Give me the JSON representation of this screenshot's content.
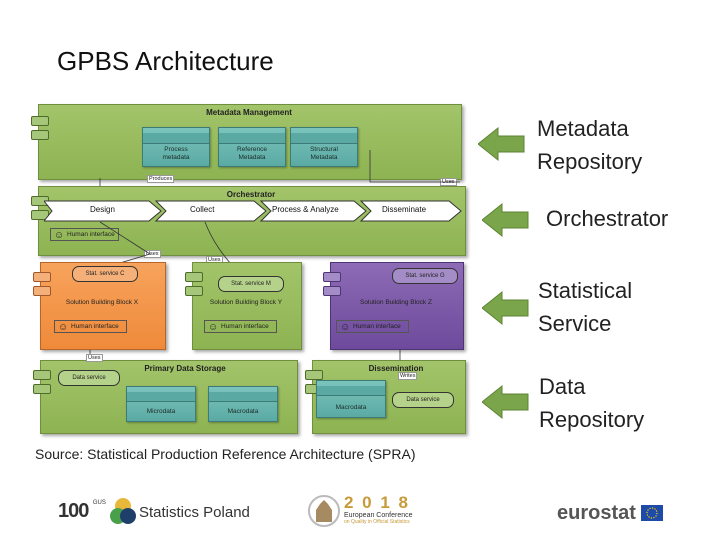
{
  "title": "GPBS Architecture",
  "diagram": {
    "metadata_management": {
      "title": "Metadata Management",
      "items": [
        "Process metadata",
        "Reference Metadata",
        "Structural Metadata"
      ],
      "produces_label": "Produces",
      "uses_label": "Uses"
    },
    "orchestrator": {
      "title": "Orchestrator",
      "steps": [
        "Design",
        "Collect",
        "Process & Analyze",
        "Disseminate"
      ],
      "human_interface": "Human interface",
      "uses_labels": [
        "Uses",
        "Uses"
      ]
    },
    "building_blocks": [
      {
        "service": "Stat. service C",
        "title": "Solution Building Block X",
        "human_interface": "Human interface"
      },
      {
        "service": "Stat. service M",
        "title": "Solution Building Block Y",
        "human_interface": "Human interface"
      },
      {
        "service": "Stat. service G",
        "title": "Solution Building Block Z",
        "human_interface": "Human interface"
      }
    ],
    "primary_data_storage": {
      "title": "Primary Data Storage",
      "service": "Data service",
      "items": [
        "Microdata",
        "Macrodata"
      ],
      "uses_label": "Uses"
    },
    "dissemination": {
      "title": "Dissemination",
      "item": "Macrodata",
      "service": "Data service",
      "writes_label": "Writes"
    }
  },
  "side_labels": [
    "Metadata Repository",
    "Orchestrator",
    "Statistical Service",
    "Data Repository"
  ],
  "source": "Source: Statistical Production Reference Architecture (SPRA)",
  "logos": {
    "gus_mark": "100",
    "gus_sub": "GUS",
    "statistics_poland": "Statistics Poland",
    "conference_year": "2 0 1 8",
    "conference_line1": "European Conference",
    "conference_line2": "on Quality in Official Statistics",
    "eurostat": "eurostat"
  },
  "colors": {
    "green": "#8db352",
    "orange": "#ef8a3a",
    "purple": "#6e4a9c",
    "teal": "#5aaaa3",
    "arrow": "#7aa54a"
  }
}
